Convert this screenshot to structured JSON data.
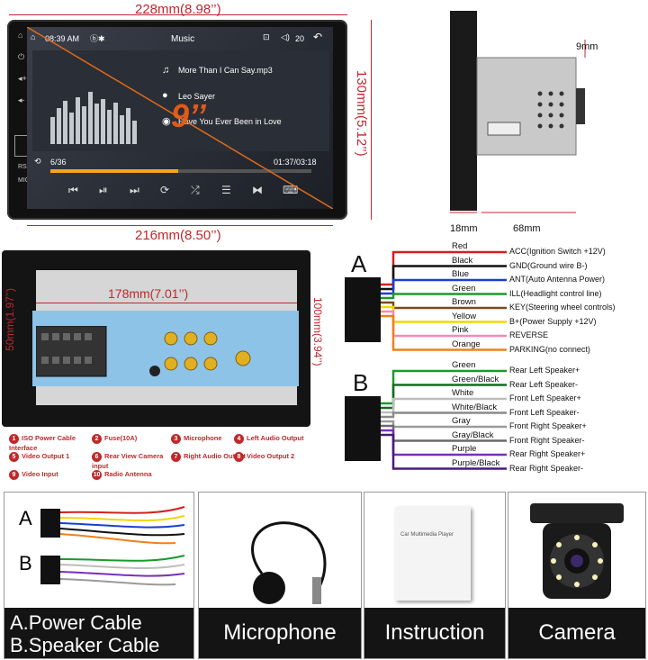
{
  "dimensions": {
    "width_top": "228mm(8.98’’)",
    "width_bottom": "216mm(8.50’’)",
    "height_right": "130mm(5.12’’)",
    "depth_plate": "9mm",
    "depth_front": "18mm",
    "depth_body": "68mm",
    "rear_width": "178mm(7.01’’)",
    "rear_height_left": "50mm(1.97’’)",
    "rear_height_right": "100mm(3.94’’)"
  },
  "screen": {
    "time": "08:39 AM",
    "title": "Music",
    "volume": "20",
    "track": "More Than I Can Say.mp3",
    "artist": "Leo Sayer",
    "album": "Have You Ever Been in Love",
    "size_badge": "9’’",
    "track_index": "6/36",
    "time_progress": "01:37/03:18",
    "progress": 0.49,
    "side_labels": [
      "RST",
      "MIC"
    ]
  },
  "harness_a": {
    "label": "A",
    "wires": [
      {
        "color_name": "Red",
        "function": "ACC(Ignition Switch +12V)",
        "hex": "#d81e1e"
      },
      {
        "color_name": "Black",
        "function": "GND(Ground wire B-)",
        "hex": "#111111"
      },
      {
        "color_name": "Blue",
        "function": "ANT(Auto Antenna Power)",
        "hex": "#1a3fd0"
      },
      {
        "color_name": "Green",
        "function": "ILL(Headlight control line)",
        "hex": "#1a9a2a"
      },
      {
        "color_name": "Brown",
        "function": "KEY(Steering wheel controls)",
        "hex": "#7a4a1c"
      },
      {
        "color_name": "Yellow",
        "function": "B+(Power Supply +12V)",
        "hex": "#f2d60a"
      },
      {
        "color_name": "Pink",
        "function": "REVERSE",
        "hex": "#f28ab8"
      },
      {
        "color_name": "Orange",
        "function": "PARKING(no connect)",
        "hex": "#f0801a"
      }
    ]
  },
  "harness_b": {
    "label": "B",
    "wires": [
      {
        "color_name": "Green",
        "function": "Rear Left Speaker+",
        "hex": "#1a9a2a"
      },
      {
        "color_name": "Green/Black",
        "function": "Rear Left Speaker-",
        "hex": "#156b20"
      },
      {
        "color_name": "White",
        "function": "Front Left Speaker+",
        "hex": "#bdbdbd"
      },
      {
        "color_name": "White/Black",
        "function": "Front Left Speaker-",
        "hex": "#8a8a8a"
      },
      {
        "color_name": "Gray",
        "function": "Front Right Speaker+",
        "hex": "#9a9a9a"
      },
      {
        "color_name": "Gray/Black",
        "function": "Front Right Speaker-",
        "hex": "#6a6a6a"
      },
      {
        "color_name": "Purple",
        "function": "Rear Right Speaker+",
        "hex": "#7a2fb8"
      },
      {
        "color_name": "Purple/Black",
        "function": "Rear Right Speaker-",
        "hex": "#4a1a78"
      }
    ]
  },
  "rear_legend": [
    {
      "n": "1",
      "text": "ISO Power Cable Interface"
    },
    {
      "n": "2",
      "text": "Fuse(10A)"
    },
    {
      "n": "3",
      "text": "Microphone"
    },
    {
      "n": "4",
      "text": "Left Audio Output"
    },
    {
      "n": "5",
      "text": "Video Output 1"
    },
    {
      "n": "6",
      "text": "Rear View Camera input"
    },
    {
      "n": "7",
      "text": "Right Audio Output"
    },
    {
      "n": "8",
      "text": "Video Output 2"
    },
    {
      "n": "9",
      "text": "Video Input"
    },
    {
      "n": "10",
      "text": "Radio Antenna"
    }
  ],
  "accessories": [
    {
      "caption": "A.Power Cable",
      "caption2": "B.Speaker Cable"
    },
    {
      "caption": "Microphone"
    },
    {
      "caption": "Instruction"
    },
    {
      "caption": "Camera"
    }
  ],
  "panel_letters": [
    "A",
    "B"
  ],
  "manual_text": "Car Multimedia Player",
  "colors": {
    "accent": "#c0282c",
    "progress": "#f0a81a",
    "board": "#8ec3e8"
  }
}
